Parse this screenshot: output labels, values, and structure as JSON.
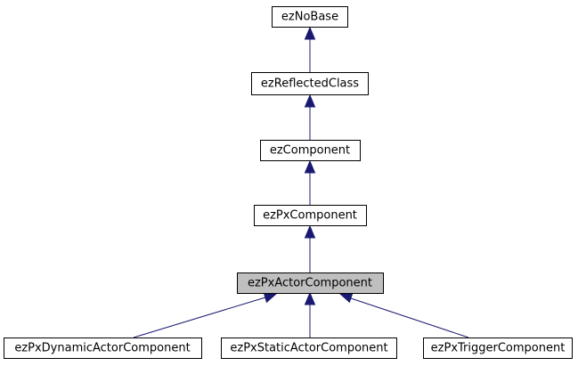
{
  "diagram": {
    "title": "",
    "edge_color": "#191970",
    "highlight_fill": "#bfbfbf",
    "nodes": {
      "ezNoBase": {
        "label": "ezNoBase",
        "highlighted": false
      },
      "ezReflectedClass": {
        "label": "ezReflectedClass",
        "highlighted": false
      },
      "ezComponent": {
        "label": "ezComponent",
        "highlighted": false
      },
      "ezPxComponent": {
        "label": "ezPxComponent",
        "highlighted": false
      },
      "ezPxActorComponent": {
        "label": "ezPxActorComponent",
        "highlighted": true
      },
      "ezPxDynamicActorComponent": {
        "label": "ezPxDynamicActorComponent",
        "highlighted": false
      },
      "ezPxStaticActorComponent": {
        "label": "ezPxStaticActorComponent",
        "highlighted": false
      },
      "ezPxTriggerComponent": {
        "label": "ezPxTriggerComponent",
        "highlighted": false
      }
    },
    "edges": [
      {
        "from": "ezReflectedClass",
        "to": "ezNoBase",
        "relation": "inherits"
      },
      {
        "from": "ezComponent",
        "to": "ezReflectedClass",
        "relation": "inherits"
      },
      {
        "from": "ezPxComponent",
        "to": "ezComponent",
        "relation": "inherits"
      },
      {
        "from": "ezPxActorComponent",
        "to": "ezPxComponent",
        "relation": "inherits"
      },
      {
        "from": "ezPxDynamicActorComponent",
        "to": "ezPxActorComponent",
        "relation": "inherits"
      },
      {
        "from": "ezPxStaticActorComponent",
        "to": "ezPxActorComponent",
        "relation": "inherits"
      },
      {
        "from": "ezPxTriggerComponent",
        "to": "ezPxActorComponent",
        "relation": "inherits"
      }
    ]
  }
}
